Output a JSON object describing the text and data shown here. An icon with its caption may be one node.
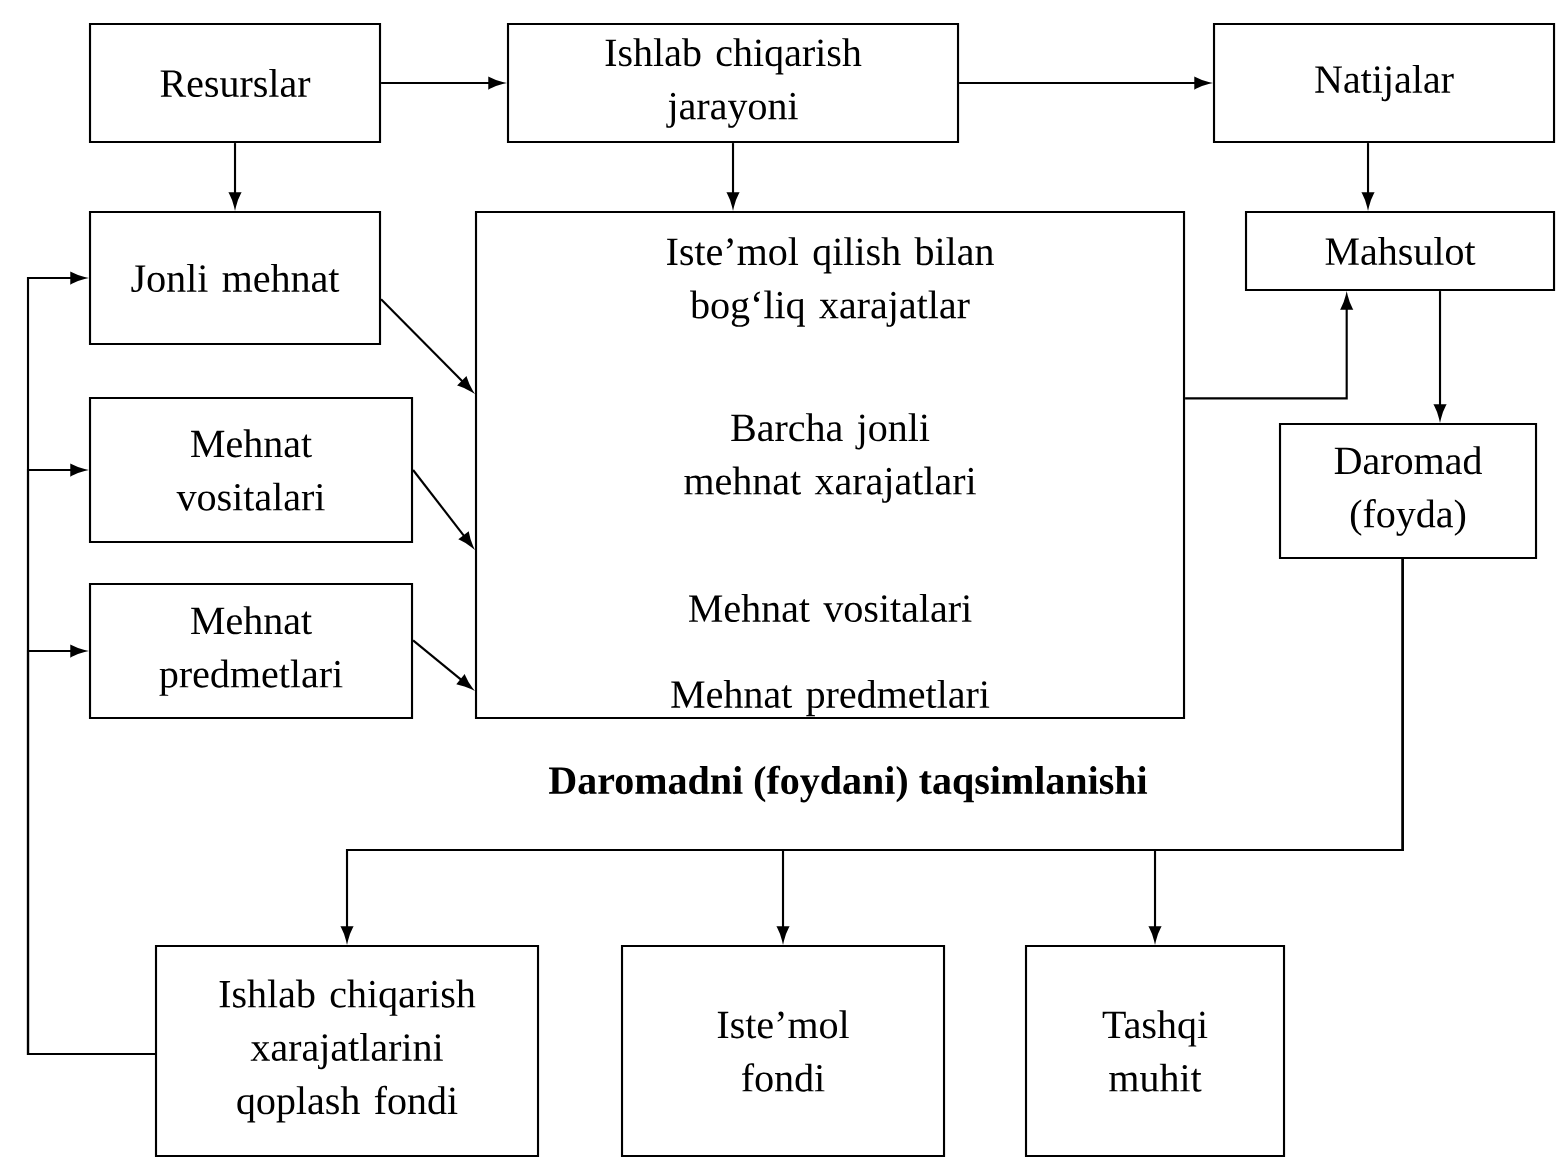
{
  "diagram": {
    "nodes": [
      {
        "text": [
          "Resurslar"
        ]
      },
      {
        "text": [
          "Ishlab chiqarish jarayoni"
        ]
      },
      {
        "text": [
          "Natijalar"
        ]
      },
      {
        "text": [
          "Jonli mehnat"
        ]
      },
      {
        "text": [
          "Iste’mol qilish bilan bog‘liq xarajatlar",
          "Barcha jonli mehnat xarajatlari",
          "Mehnat vositalari",
          "Mehnat predmetlari"
        ]
      },
      {
        "text": [
          "Mahsulot"
        ]
      },
      {
        "text": [
          "Mehnat vositalari"
        ]
      },
      {
        "text": [
          "Mehnat predmetlari"
        ]
      },
      {
        "text": [
          "Daromad (foyda)"
        ]
      },
      {
        "text": [
          "Ishlab chiqarish xarajatlarini qoplash fondi"
        ]
      },
      {
        "text": [
          "Iste’mol fondi"
        ]
      },
      {
        "text": [
          "Tashqi muhit"
        ]
      }
    ],
    "edges": [
      {
        "from": 0,
        "to": 1,
        "arrow": "to"
      },
      {
        "from": 1,
        "to": 2,
        "arrow": "to"
      },
      {
        "from": 0,
        "to": 3,
        "arrow": "to"
      },
      {
        "from": 1,
        "to": 4,
        "arrow": "to"
      },
      {
        "from": 2,
        "to": 5,
        "arrow": "to"
      },
      {
        "from": 3,
        "to": 4,
        "arrow": "to"
      },
      {
        "from": 6,
        "to": 4,
        "arrow": "to"
      },
      {
        "from": 7,
        "to": 4,
        "arrow": "to"
      },
      {
        "from": 4,
        "to": 5,
        "arrow": "to"
      },
      {
        "from": 5,
        "to": 8,
        "arrow": "to"
      },
      {
        "from": 8,
        "to": 9,
        "arrow": "to"
      },
      {
        "from": 8,
        "to": 10,
        "arrow": "to"
      },
      {
        "from": 8,
        "to": 11,
        "arrow": "to"
      },
      {
        "from": 9,
        "to": 3,
        "arrow": "to"
      },
      {
        "from": 9,
        "to": 6,
        "arrow": "to"
      },
      {
        "from": 9,
        "to": 7,
        "arrow": "to"
      }
    ],
    "labels": [
      "Daromadni (foydani) taqsimlanishi"
    ]
  }
}
